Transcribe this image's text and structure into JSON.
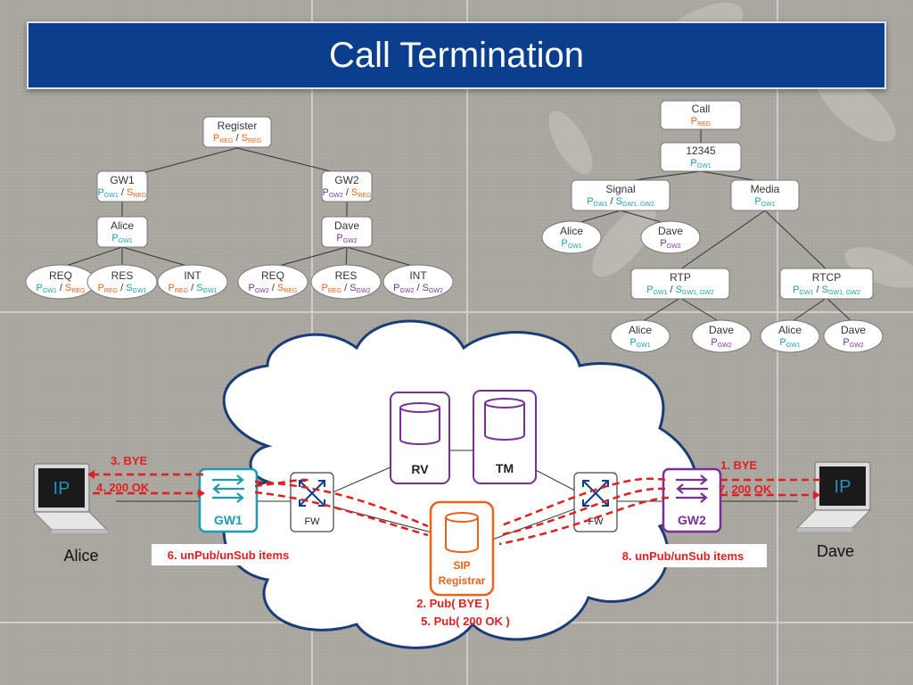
{
  "title": "Call Termination",
  "colors": {
    "reg": "#e8621c",
    "gw1": "#1c9bb0",
    "gw2": "#7a2f97",
    "red": "#e02020",
    "navy": "#0b3e8c",
    "cloud_border": "#1a3d7a",
    "node_text": "#333333"
  },
  "left_tree": {
    "root": {
      "label": "Register",
      "p": "REG",
      "s": "REG"
    },
    "gw1": {
      "label": "GW1",
      "p": "GW1",
      "s": "REG"
    },
    "gw2": {
      "label": "GW2",
      "p": "GW2",
      "s": "REG"
    },
    "alice": {
      "label": "Alice",
      "p": "GW1"
    },
    "dave": {
      "label": "Dave",
      "p": "GW2"
    },
    "leaves": [
      {
        "label": "REQ",
        "p": "GW1",
        "s": "REG"
      },
      {
        "label": "RES",
        "p": "REG",
        "s": "GW1"
      },
      {
        "label": "INT",
        "p": "REG",
        "s": "GW1"
      },
      {
        "label": "REQ",
        "p": "GW2",
        "s": "REG"
      },
      {
        "label": "RES",
        "p": "REG",
        "s": "GW2"
      },
      {
        "label": "INT",
        "p": "GW2",
        "s": "GW2"
      }
    ]
  },
  "right_tree": {
    "call": {
      "label": "Call",
      "p": "REG"
    },
    "num": {
      "label": "12345",
      "p": "GW1"
    },
    "signal": {
      "label": "Signal",
      "p": "GW1",
      "s": "GW1, GW2"
    },
    "media": {
      "label": "Media",
      "p": "GW1"
    },
    "sig_alice": {
      "label": "Alice",
      "p": "GW1"
    },
    "sig_dave": {
      "label": "Dave",
      "p": "GW2"
    },
    "rtp": {
      "label": "RTP",
      "p": "GW1",
      "s": "GW1, GW2"
    },
    "rtcp": {
      "label": "RTCP",
      "p": "GW1",
      "s": "GW1, GW2"
    },
    "rtp_alice": {
      "label": "Alice",
      "p": "GW1"
    },
    "rtp_dave": {
      "label": "Dave",
      "p": "GW2"
    },
    "rtcp_alice": {
      "label": "Alice",
      "p": "GW1"
    },
    "rtcp_dave": {
      "label": "Dave",
      "p": "GW2"
    }
  },
  "network": {
    "rv": "RV",
    "tm": "TM",
    "sip_line1": "SIP",
    "sip_line2": "Registrar",
    "gw1": "GW1",
    "gw2": "GW2",
    "fw": "FW",
    "ip": "IP",
    "alice": "Alice",
    "dave": "Dave"
  },
  "messages": {
    "m1": "1. BYE",
    "m2": "2. Pub( BYE )",
    "m3": "3. BYE",
    "m4": "4. 200 OK",
    "m5": "5. Pub( 200 OK )",
    "m6": "6. unPub/unSub items",
    "m7": "7. 200 OK",
    "m8": "8. unPub/unSub items"
  }
}
